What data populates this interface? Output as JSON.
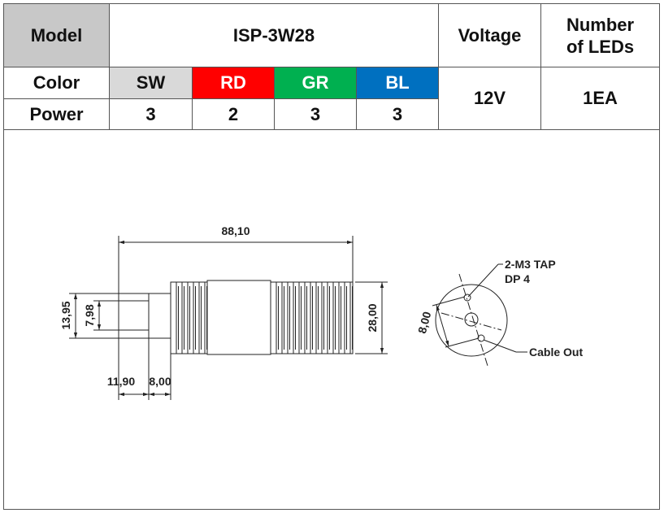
{
  "header": {
    "model_label": "Model",
    "model_value": "ISP-3W28",
    "voltage_label": "Voltage",
    "leds_label_line1": "Number",
    "leds_label_line2": "of LEDs"
  },
  "color_row": {
    "label": "Color",
    "colors": [
      "SW",
      "RD",
      "GR",
      "BL"
    ]
  },
  "power_row": {
    "label": "Power",
    "values": [
      "3",
      "2",
      "3",
      "3"
    ]
  },
  "voltage_value": "12V",
  "leds_value": "1EA",
  "drawing": {
    "dim_length": "88,10",
    "dim_outer_diameter": "28,00",
    "dim_cable_outer": "13,95",
    "dim_cable_inner": "7,98",
    "dim_cable_len": "11,90",
    "dim_cap_len": "8,00",
    "dim_hole_spacing": "8,00",
    "tap_label_line1": "2-M3 TAP",
    "tap_label_line2": "DP 4",
    "cable_out_label": "Cable Out"
  },
  "colors": {
    "sw": "#d9d9d9",
    "rd": "#ff0000",
    "gr": "#00b050",
    "bl": "#0070c0",
    "label_bg": "#c8c8c8"
  }
}
